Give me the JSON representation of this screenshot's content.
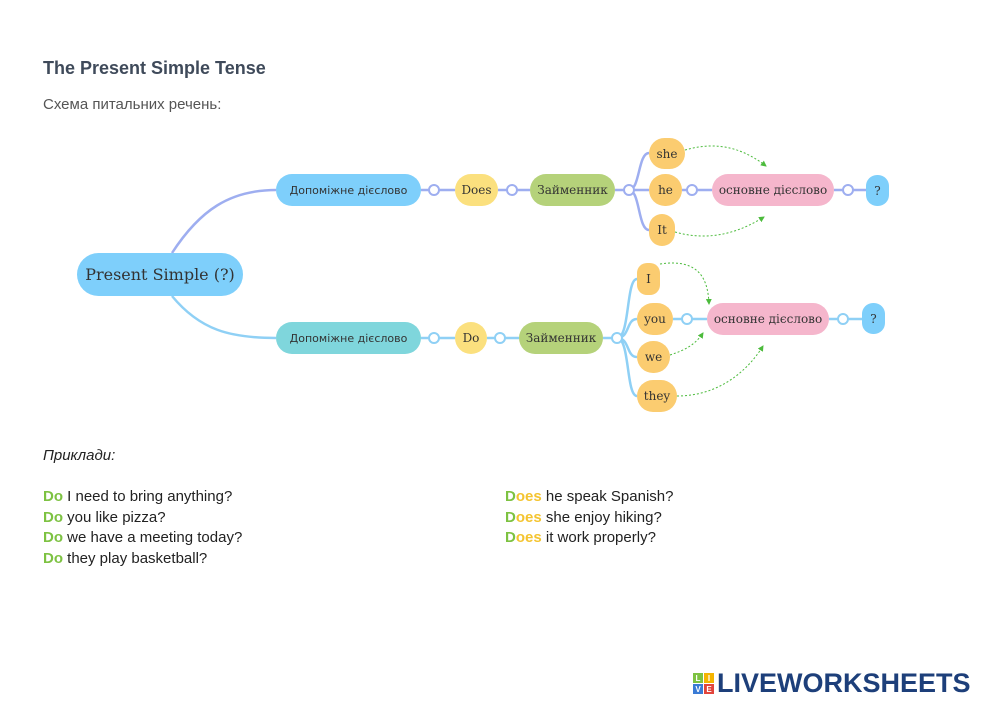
{
  "title": "The Present Simple Tense",
  "subtitle": "Схема питальних речень:",
  "diagram": {
    "root": "Present Simple (?)",
    "top": {
      "aux_label": "Допоміжне дієслово",
      "aux": "Does",
      "pronoun_label": "Займенник",
      "pronouns": [
        "she",
        "he",
        "It"
      ],
      "verb": "основне дієслово",
      "end": "?"
    },
    "bottom": {
      "aux_label": "Допоміжне дієслово",
      "aux": "Do",
      "pronoun_label": "Займенник",
      "pronouns": [
        "I",
        "you",
        "we",
        "they"
      ],
      "verb": "основне дієслово",
      "end": "?"
    }
  },
  "examples_label": "Приклади:",
  "examples_do": [
    {
      "aux": "Do",
      "rest": " I need to bring anything?"
    },
    {
      "aux": "Do",
      "rest": " you like pizza?"
    },
    {
      "aux": "Do",
      "rest": " we have a meeting today?"
    },
    {
      "aux": "Do",
      "rest": " they play basketball?"
    }
  ],
  "examples_does": [
    {
      "aux_a": "D",
      "aux_b": "oes",
      "rest": " he speak Spanish?"
    },
    {
      "aux_a": "D",
      "aux_b": "oes",
      "rest": " she enjoy hiking?"
    },
    {
      "aux_a": "D",
      "aux_b": "oes",
      "rest": " it work properly?"
    }
  ],
  "logo": {
    "text": "LIVEWORKSHEETS",
    "letters": [
      "L",
      "I",
      "V",
      "E"
    ]
  },
  "colors": {
    "do_green": "#7dc242",
    "does_yellow": "#f4c430",
    "brand_blue": "#1d3f7a"
  }
}
